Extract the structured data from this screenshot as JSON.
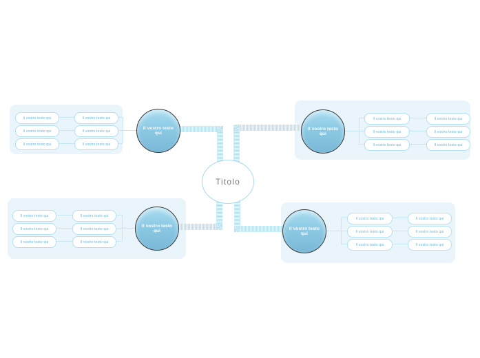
{
  "document": {
    "type": "mind-map",
    "language": "it",
    "background_color": "#ffffff"
  },
  "colors": {
    "panel_background": "#e9f5fb",
    "circle_border": "#3a3a3a",
    "circle_gradient_top": "#a8dcf0",
    "circle_gradient_bottom": "#79b8d6",
    "pill_border": "#b3e0f2",
    "pill_text": "#6ab6d8",
    "connector": "#b9dff0",
    "center_text": "#77797b",
    "center_border": "#a9d9ee"
  },
  "center": {
    "label": "Titolo"
  },
  "branches": [
    {
      "id": "top-left",
      "position": "top-left",
      "circle_label": "Il vostro testo qui",
      "children": [
        {
          "label": "Il vostro testo qui",
          "sub": {
            "label": "Il vostro testo qui"
          }
        },
        {
          "label": "Il vostro testo qui",
          "sub": {
            "label": "Il vostro testo qui"
          }
        },
        {
          "label": "Il vostro testo qui",
          "sub": {
            "label": "Il vostro testo qui"
          }
        }
      ]
    },
    {
      "id": "top-right",
      "position": "top-right",
      "circle_label": "Il vostro testo qui",
      "children": [
        {
          "label": "Il vostro testo qui",
          "sub": {
            "label": "Il vostro testo qui"
          }
        },
        {
          "label": "Il vostro testo qui",
          "sub": {
            "label": "Il vostro testo qui"
          }
        },
        {
          "label": "Il vostro testo qui",
          "sub": {
            "label": "Il vostro testo qui"
          }
        }
      ]
    },
    {
      "id": "bottom-left",
      "position": "bottom-left",
      "circle_label": "Il vostro testo qui",
      "children": [
        {
          "label": "Il vostro testo qui",
          "sub": {
            "label": "Il vostro testo qui"
          }
        },
        {
          "label": "Il vostro testo qui",
          "sub": {
            "label": "Il vostro testo qui"
          }
        },
        {
          "label": "Il vostro testo qui",
          "sub": {
            "label": "Il vostro testo qui"
          }
        }
      ]
    },
    {
      "id": "bottom-right",
      "position": "bottom-right",
      "circle_label": "Il vostro testo qui",
      "children": [
        {
          "label": "Il vostro testo qui",
          "sub": {
            "label": "Il vostro testo qui"
          }
        },
        {
          "label": "Il vostro testo qui",
          "sub": {
            "label": "Il vostro testo qui"
          }
        },
        {
          "label": "Il vostro testo qui",
          "sub": {
            "label": "Il vostro testo qui"
          }
        }
      ]
    }
  ]
}
